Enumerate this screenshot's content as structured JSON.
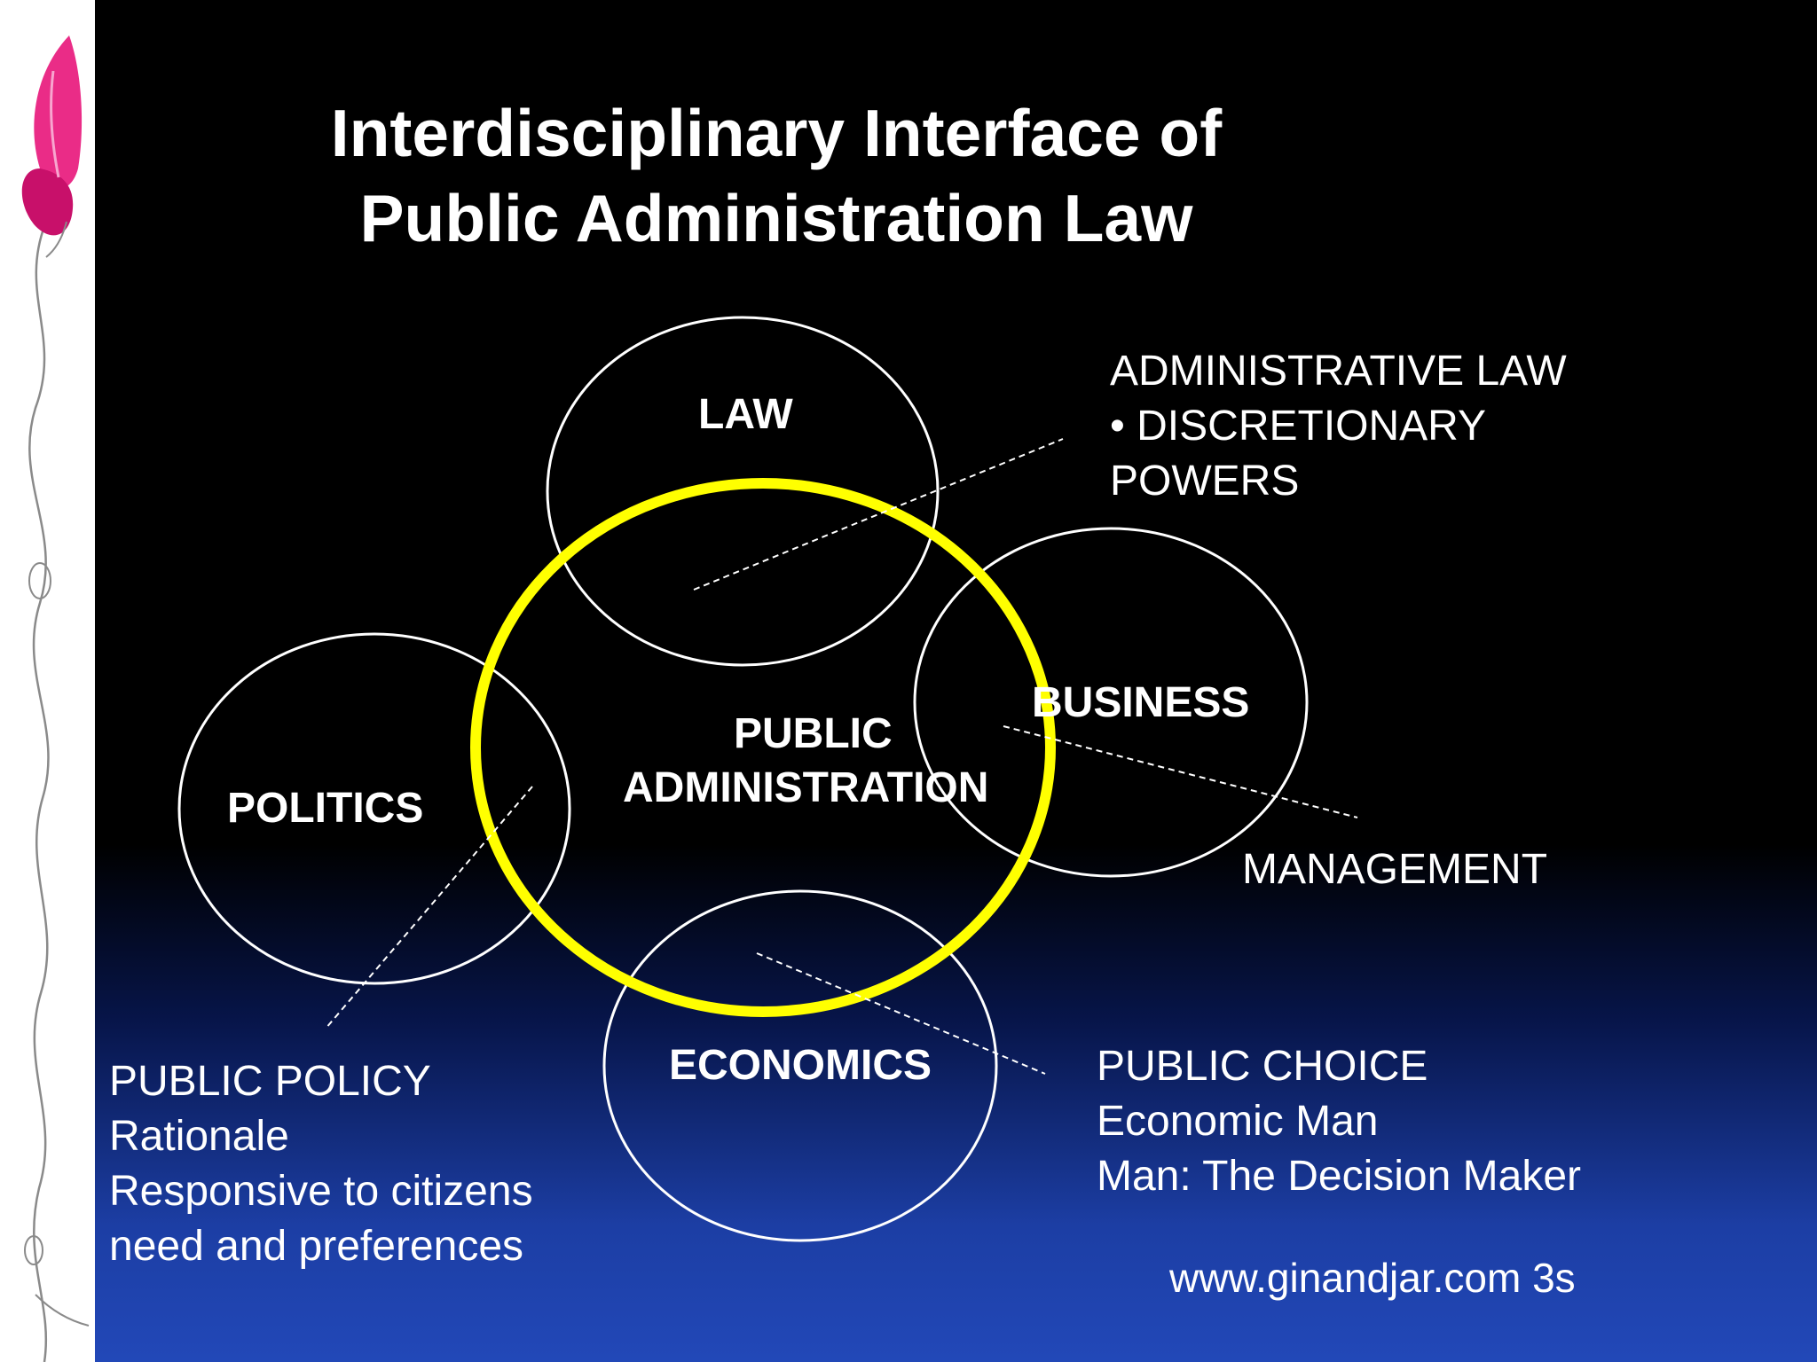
{
  "title": {
    "line1": "Interdisciplinary Interface of",
    "line2": "Public Administration Law"
  },
  "circles": {
    "law": "LAW",
    "politics": "POLITICS",
    "business": "BUSINESS",
    "economics": "ECONOMICS",
    "center_line1": "PUBLIC",
    "center_line2": "ADMINISTRATION"
  },
  "notes": {
    "law": [
      "ADMINISTRATIVE LAW",
      "• DISCRETIONARY",
      "POWERS"
    ],
    "business": [
      "MANAGEMENT"
    ],
    "politics": [
      "PUBLIC POLICY",
      "Rationale",
      "Responsive to citizens",
      "need and preferences"
    ],
    "economics": [
      "PUBLIC CHOICE",
      "Economic Man",
      "Man: The Decision Maker"
    ]
  },
  "footer": "www.ginandjar.com 3s",
  "colors": {
    "background_top": "#000000",
    "background_bottom": "#2248b8",
    "outline": "#ffffff",
    "highlight_circle": "#ffff00",
    "butterfly": "#e8157a",
    "vine": "#8a8a8a"
  },
  "icons": [
    "butterfly-icon",
    "vine-decoration"
  ]
}
